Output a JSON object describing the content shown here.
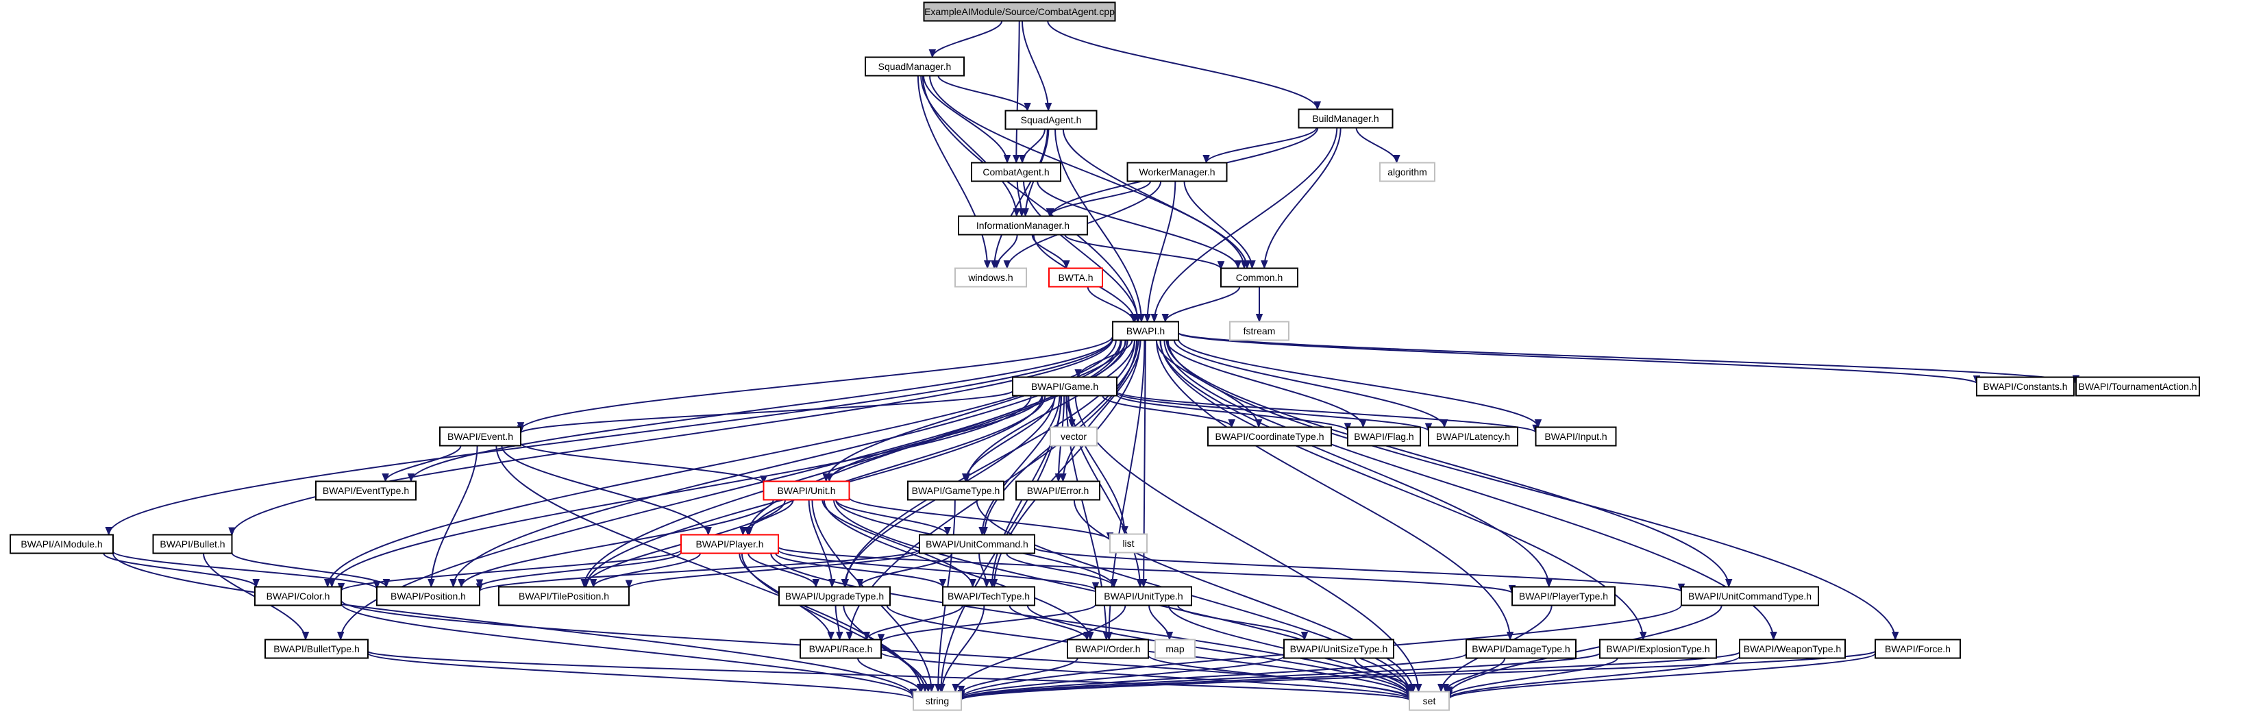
{
  "colors": {
    "edge": "#191970",
    "root_fill": "#bfbfbf",
    "root_border": "#000000",
    "node_fill": "#ffffff",
    "node_border": "#000000",
    "partial_border": "#ff0000",
    "external_border": "#bfbfbf"
  },
  "nodes": [
    {
      "id": "root",
      "label": "ExampleAIModule/Source/CombatAgent.cpp",
      "kind": "root"
    },
    {
      "id": "squadmanager",
      "label": "SquadManager.h",
      "kind": "file"
    },
    {
      "id": "squadagent",
      "label": "SquadAgent.h",
      "kind": "file"
    },
    {
      "id": "buildmanager",
      "label": "BuildManager.h",
      "kind": "file"
    },
    {
      "id": "combatagent",
      "label": "CombatAgent.h",
      "kind": "file"
    },
    {
      "id": "workermanager",
      "label": "WorkerManager.h",
      "kind": "file"
    },
    {
      "id": "algorithm",
      "label": "algorithm",
      "kind": "external"
    },
    {
      "id": "informationmanager",
      "label": "InformationManager.h",
      "kind": "file"
    },
    {
      "id": "windows",
      "label": "windows.h",
      "kind": "external"
    },
    {
      "id": "bwta",
      "label": "BWTA.h",
      "kind": "partial"
    },
    {
      "id": "common",
      "label": "Common.h",
      "kind": "file"
    },
    {
      "id": "fstream",
      "label": "fstream",
      "kind": "external"
    },
    {
      "id": "bwapi",
      "label": "BWAPI.h",
      "kind": "file"
    },
    {
      "id": "game",
      "label": "BWAPI/Game.h",
      "kind": "file"
    },
    {
      "id": "constants",
      "label": "BWAPI/Constants.h",
      "kind": "file"
    },
    {
      "id": "tournament",
      "label": "BWAPI/TournamentAction.h",
      "kind": "file"
    },
    {
      "id": "event",
      "label": "BWAPI/Event.h",
      "kind": "file"
    },
    {
      "id": "vector",
      "label": "vector",
      "kind": "external"
    },
    {
      "id": "coordinatetype",
      "label": "BWAPI/CoordinateType.h",
      "kind": "file"
    },
    {
      "id": "flag",
      "label": "BWAPI/Flag.h",
      "kind": "file"
    },
    {
      "id": "latency",
      "label": "BWAPI/Latency.h",
      "kind": "file"
    },
    {
      "id": "input",
      "label": "BWAPI/Input.h",
      "kind": "file"
    },
    {
      "id": "eventtype",
      "label": "BWAPI/EventType.h",
      "kind": "file"
    },
    {
      "id": "unit",
      "label": "BWAPI/Unit.h",
      "kind": "partial"
    },
    {
      "id": "gametype",
      "label": "BWAPI/GameType.h",
      "kind": "file"
    },
    {
      "id": "error",
      "label": "BWAPI/Error.h",
      "kind": "file"
    },
    {
      "id": "list",
      "label": "list",
      "kind": "external"
    },
    {
      "id": "aimodule",
      "label": "BWAPI/AIModule.h",
      "kind": "file"
    },
    {
      "id": "bullet",
      "label": "BWAPI/Bullet.h",
      "kind": "file"
    },
    {
      "id": "player",
      "label": "BWAPI/Player.h",
      "kind": "partial"
    },
    {
      "id": "unitcommand",
      "label": "BWAPI/UnitCommand.h",
      "kind": "file"
    },
    {
      "id": "color",
      "label": "BWAPI/Color.h",
      "kind": "file"
    },
    {
      "id": "position",
      "label": "BWAPI/Position.h",
      "kind": "file"
    },
    {
      "id": "tileposition",
      "label": "BWAPI/TilePosition.h",
      "kind": "file"
    },
    {
      "id": "upgradetype",
      "label": "BWAPI/UpgradeType.h",
      "kind": "file"
    },
    {
      "id": "techtype",
      "label": "BWAPI/TechType.h",
      "kind": "file"
    },
    {
      "id": "unittype",
      "label": "BWAPI/UnitType.h",
      "kind": "file"
    },
    {
      "id": "playertype",
      "label": "BWAPI/PlayerType.h",
      "kind": "file"
    },
    {
      "id": "unitcommandtype",
      "label": "BWAPI/UnitCommandType.h",
      "kind": "file"
    },
    {
      "id": "bullettype",
      "label": "BWAPI/BulletType.h",
      "kind": "file"
    },
    {
      "id": "race",
      "label": "BWAPI/Race.h",
      "kind": "file"
    },
    {
      "id": "order",
      "label": "BWAPI/Order.h",
      "kind": "file"
    },
    {
      "id": "map",
      "label": "map",
      "kind": "external"
    },
    {
      "id": "unitsizetype",
      "label": "BWAPI/UnitSizeType.h",
      "kind": "file"
    },
    {
      "id": "damagetype",
      "label": "BWAPI/DamageType.h",
      "kind": "file"
    },
    {
      "id": "explosiontype",
      "label": "BWAPI/ExplosionType.h",
      "kind": "file"
    },
    {
      "id": "weapontype",
      "label": "BWAPI/WeaponType.h",
      "kind": "file"
    },
    {
      "id": "force",
      "label": "BWAPI/Force.h",
      "kind": "file"
    },
    {
      "id": "string",
      "label": "string",
      "kind": "external"
    },
    {
      "id": "set",
      "label": "set",
      "kind": "external"
    }
  ],
  "edges": [
    [
      "root",
      "squadmanager"
    ],
    [
      "root",
      "squadagent"
    ],
    [
      "root",
      "combatagent"
    ],
    [
      "root",
      "buildmanager"
    ],
    [
      "squadmanager",
      "squadagent"
    ],
    [
      "squadmanager",
      "combatagent"
    ],
    [
      "squadmanager",
      "informationmanager"
    ],
    [
      "squadmanager",
      "windows"
    ],
    [
      "squadmanager",
      "common"
    ],
    [
      "squadmanager",
      "bwapi"
    ],
    [
      "squadagent",
      "combatagent"
    ],
    [
      "squadagent",
      "informationmanager"
    ],
    [
      "squadagent",
      "windows"
    ],
    [
      "squadagent",
      "common"
    ],
    [
      "squadagent",
      "bwapi"
    ],
    [
      "buildmanager",
      "workermanager"
    ],
    [
      "buildmanager",
      "algorithm"
    ],
    [
      "buildmanager",
      "informationmanager"
    ],
    [
      "buildmanager",
      "common"
    ],
    [
      "buildmanager",
      "bwapi"
    ],
    [
      "combatagent",
      "informationmanager"
    ],
    [
      "combatagent",
      "common"
    ],
    [
      "combatagent",
      "bwapi"
    ],
    [
      "workermanager",
      "informationmanager"
    ],
    [
      "workermanager",
      "windows"
    ],
    [
      "workermanager",
      "common"
    ],
    [
      "workermanager",
      "bwapi"
    ],
    [
      "informationmanager",
      "windows"
    ],
    [
      "informationmanager",
      "bwta"
    ],
    [
      "informationmanager",
      "common"
    ],
    [
      "informationmanager",
      "bwapi"
    ],
    [
      "bwta",
      "bwapi"
    ],
    [
      "common",
      "bwapi"
    ],
    [
      "common",
      "fstream"
    ],
    [
      "bwapi",
      "game"
    ],
    [
      "bwapi",
      "constants"
    ],
    [
      "bwapi",
      "tournament"
    ],
    [
      "bwapi",
      "event"
    ],
    [
      "bwapi",
      "eventtype"
    ],
    [
      "bwapi",
      "coordinatetype"
    ],
    [
      "bwapi",
      "flag"
    ],
    [
      "bwapi",
      "latency"
    ],
    [
      "bwapi",
      "input"
    ],
    [
      "bwapi",
      "unit"
    ],
    [
      "bwapi",
      "gametype"
    ],
    [
      "bwapi",
      "error"
    ],
    [
      "bwapi",
      "aimodule"
    ],
    [
      "bwapi",
      "bullet"
    ],
    [
      "bwapi",
      "player"
    ],
    [
      "bwapi",
      "unitcommand"
    ],
    [
      "bwapi",
      "color"
    ],
    [
      "bwapi",
      "position"
    ],
    [
      "bwapi",
      "tileposition"
    ],
    [
      "bwapi",
      "upgradetype"
    ],
    [
      "bwapi",
      "techtype"
    ],
    [
      "bwapi",
      "unittype"
    ],
    [
      "bwapi",
      "playertype"
    ],
    [
      "bwapi",
      "unitcommandtype"
    ],
    [
      "bwapi",
      "bullettype"
    ],
    [
      "bwapi",
      "race"
    ],
    [
      "bwapi",
      "order"
    ],
    [
      "bwapi",
      "damagetype"
    ],
    [
      "bwapi",
      "explosiontype"
    ],
    [
      "bwapi",
      "weapontype"
    ],
    [
      "bwapi",
      "force"
    ],
    [
      "game",
      "event"
    ],
    [
      "game",
      "vector"
    ],
    [
      "game",
      "coordinatetype"
    ],
    [
      "game",
      "flag"
    ],
    [
      "game",
      "latency"
    ],
    [
      "game",
      "input"
    ],
    [
      "game",
      "gametype"
    ],
    [
      "game",
      "error"
    ],
    [
      "game",
      "list"
    ],
    [
      "game",
      "unit"
    ],
    [
      "game",
      "player"
    ],
    [
      "game",
      "color"
    ],
    [
      "game",
      "tileposition"
    ],
    [
      "game",
      "upgradetype"
    ],
    [
      "game",
      "techtype"
    ],
    [
      "game",
      "unittype"
    ],
    [
      "game",
      "order"
    ],
    [
      "game",
      "unitcommand"
    ],
    [
      "game",
      "string"
    ],
    [
      "game",
      "set"
    ],
    [
      "event",
      "eventtype"
    ],
    [
      "event",
      "unit"
    ],
    [
      "event",
      "player"
    ],
    [
      "event",
      "position"
    ],
    [
      "event",
      "string"
    ],
    [
      "unit",
      "list"
    ],
    [
      "unit",
      "unitcommand"
    ],
    [
      "unit",
      "position"
    ],
    [
      "unit",
      "tileposition"
    ],
    [
      "unit",
      "upgradetype"
    ],
    [
      "unit",
      "techtype"
    ],
    [
      "unit",
      "unittype"
    ],
    [
      "unit",
      "order"
    ],
    [
      "unit",
      "player"
    ],
    [
      "unit",
      "string"
    ],
    [
      "unit",
      "set"
    ],
    [
      "gametype",
      "string"
    ],
    [
      "gametype",
      "set"
    ],
    [
      "error",
      "set"
    ],
    [
      "aimodule",
      "color"
    ],
    [
      "aimodule",
      "position"
    ],
    [
      "aimodule",
      "string"
    ],
    [
      "bullet",
      "position"
    ],
    [
      "bullet",
      "bullettype"
    ],
    [
      "player",
      "position"
    ],
    [
      "player",
      "tileposition"
    ],
    [
      "player",
      "color"
    ],
    [
      "player",
      "upgradetype"
    ],
    [
      "player",
      "techtype"
    ],
    [
      "player",
      "race"
    ],
    [
      "player",
      "unittype"
    ],
    [
      "player",
      "playertype"
    ],
    [
      "player",
      "string"
    ],
    [
      "player",
      "set"
    ],
    [
      "unitcommand",
      "tileposition"
    ],
    [
      "unitcommand",
      "upgradetype"
    ],
    [
      "unitcommand",
      "techtype"
    ],
    [
      "unitcommand",
      "unittype"
    ],
    [
      "unitcommand",
      "unitcommandtype"
    ],
    [
      "unitcommand",
      "position"
    ],
    [
      "color",
      "string"
    ],
    [
      "color",
      "set"
    ],
    [
      "upgradetype",
      "race"
    ],
    [
      "upgradetype",
      "string"
    ],
    [
      "upgradetype",
      "set"
    ],
    [
      "techtype",
      "race"
    ],
    [
      "techtype",
      "order"
    ],
    [
      "techtype",
      "string"
    ],
    [
      "techtype",
      "set"
    ],
    [
      "unittype",
      "race"
    ],
    [
      "unittype",
      "map"
    ],
    [
      "unittype",
      "unitsizetype"
    ],
    [
      "unittype",
      "string"
    ],
    [
      "unittype",
      "set"
    ],
    [
      "playertype",
      "set"
    ],
    [
      "unitcommandtype",
      "string"
    ],
    [
      "unitcommandtype",
      "set"
    ],
    [
      "bullettype",
      "string"
    ],
    [
      "bullettype",
      "set"
    ],
    [
      "race",
      "string"
    ],
    [
      "race",
      "set"
    ],
    [
      "order",
      "string"
    ],
    [
      "order",
      "set"
    ],
    [
      "unitsizetype",
      "string"
    ],
    [
      "unitsizetype",
      "set"
    ],
    [
      "damagetype",
      "string"
    ],
    [
      "damagetype",
      "set"
    ],
    [
      "explosiontype",
      "string"
    ],
    [
      "explosiontype",
      "set"
    ],
    [
      "weapontype",
      "string"
    ],
    [
      "weapontype",
      "set"
    ],
    [
      "force",
      "string"
    ],
    [
      "force",
      "set"
    ]
  ]
}
